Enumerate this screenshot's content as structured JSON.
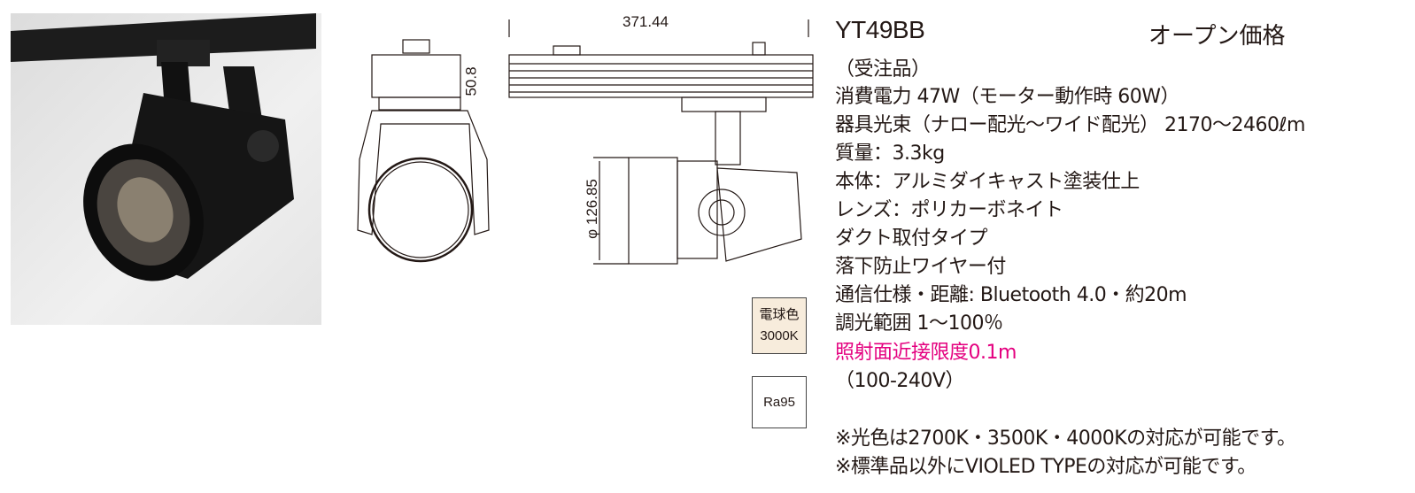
{
  "product": {
    "model": "YT49BB",
    "price": "オープン価格",
    "order_note": "（受注品）",
    "specs": [
      "消費電力 47W（モーター動作時 60W）",
      "器具光束（ナロー配光～ワイド配光） 2170～2460ℓm",
      "質量：3.3kg",
      "本体：アルミダイキャスト塗装仕上",
      "レンズ：ポリカーボネイト",
      "ダクト取付タイプ",
      "落下防止ワイヤー付",
      "通信仕様・距離: Bluetooth 4.0・約20m",
      "調光範囲 1～100％"
    ],
    "highlight": "照射面近接限度0.1m",
    "voltage": "（100-240V）",
    "notes": [
      "※光色は2700K・3500K・4000Kの対応が可能です。",
      "※標準品以外にVIOLED TYPEの対応が可能です。"
    ]
  },
  "badges": {
    "color_name": "電球色",
    "color_temp": "3000K",
    "cri": "Ra95"
  },
  "dimensions": {
    "length": "371.44",
    "height": "50.8",
    "diameter": "φ 126.85"
  },
  "colors": {
    "highlight": "#e4007f",
    "badge_bg": "#f7ecdc"
  }
}
